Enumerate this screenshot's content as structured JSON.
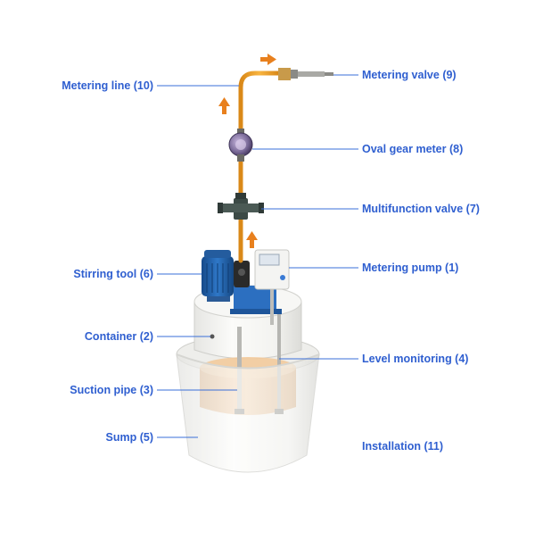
{
  "labels": {
    "metering_line": "Metering line (10)",
    "metering_valve": "Metering valve (9)",
    "oval_gear_meter": "Oval gear meter (8)",
    "multifunction_valve": "Multifunction valve (7)",
    "metering_pump": "Metering pump (1)",
    "stirring_tool": "Stirring tool (6)",
    "container": "Container (2)",
    "level_monitoring": "Level monitoring (4)",
    "suction_pipe": "Suction pipe (3)",
    "sump": "Sump (5)",
    "installation": "Installation (11)"
  },
  "colors": {
    "label_text": "#2f5fd0",
    "leader_line": "#3a6fd8",
    "pipe": "#f0a028",
    "arrow": "#e8801e",
    "tank": "#f4f4f2",
    "liquid": "#e9b27a",
    "motor": "#1f5ea8"
  }
}
